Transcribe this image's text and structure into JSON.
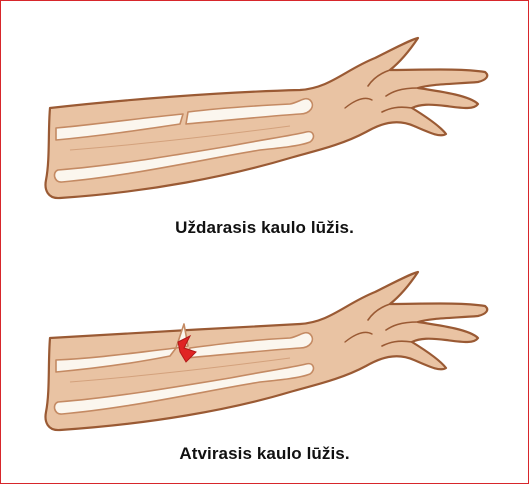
{
  "figures": [
    {
      "id": "closed-fracture",
      "caption": "Uždarasis kaulo lūžis."
    },
    {
      "id": "open-fracture",
      "caption": "Atvirasis kaulo lūžis."
    }
  ],
  "colors": {
    "frame": "#d7262b",
    "skin": "#e9c3a3",
    "skin_outline": "#9a5a34",
    "bone": "#fbf6ee",
    "bone_outline": "#c48a63",
    "wound": "#e02424"
  }
}
